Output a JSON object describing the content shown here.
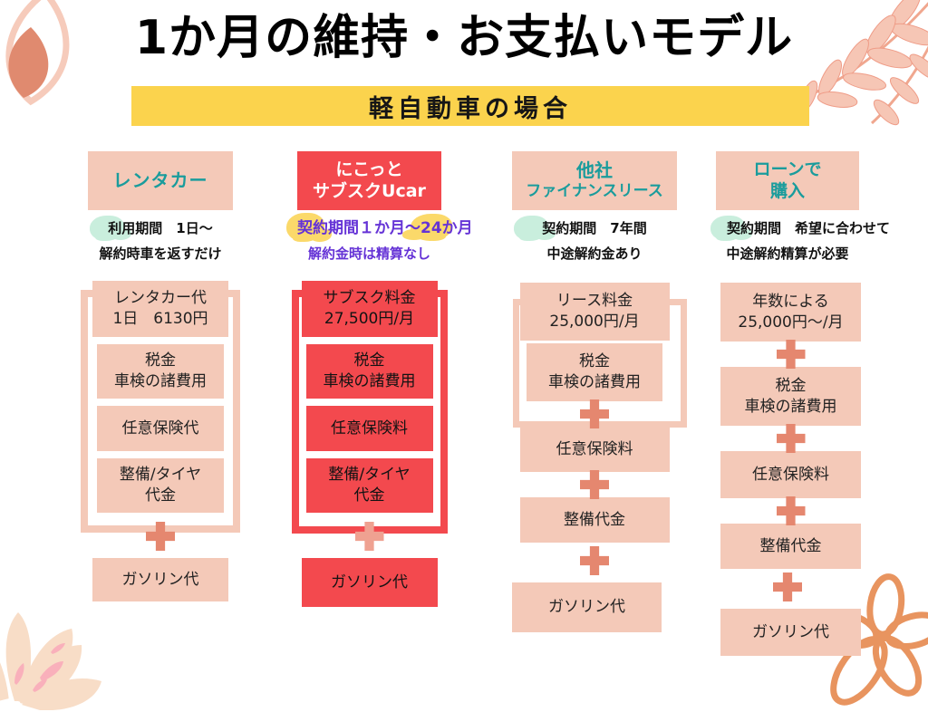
{
  "title": "1か月の維持・お支払いモデル",
  "banner": "軽自動車の場合",
  "colors": {
    "box_pink": "#f4c9b8",
    "box_red": "#f3494e",
    "teal_text": "#1a9c9c",
    "purple_text": "#6533d6",
    "banner_yellow": "#fbd34d",
    "plus_salmon": "#e5876f",
    "plus_salmon_light": "#efa191",
    "cloud_mint": "#c9eedd",
    "cloud_yellow": "#fbd96a"
  },
  "columns": [
    {
      "header": [
        "レンタカー"
      ],
      "period": "利用期間　1日～",
      "note": "解約時車を返すだけ",
      "boxes": [
        [
          "レンタカー代",
          "1日　6130円"
        ],
        [
          "税金",
          "車検の諸費用"
        ],
        [
          "任意保険代"
        ],
        [
          "整備/タイヤ",
          "代金"
        ]
      ],
      "fuel": "ガソリン代"
    },
    {
      "header": [
        "にこっと",
        "サブスクUcar"
      ],
      "period": "契約期間１か月～24か月",
      "note": "解約金時は精算なし",
      "boxes": [
        [
          "サブスク料金",
          "27,500円/月"
        ],
        [
          "税金",
          "車検の諸費用"
        ],
        [
          "任意保険料"
        ],
        [
          "整備/タイヤ",
          "代金"
        ]
      ],
      "fuel": "ガソリン代"
    },
    {
      "header": [
        "他社",
        "ファイナンスリース"
      ],
      "period": "契約期間　7年間",
      "note": "中途解約金あり",
      "boxes": [
        [
          "リース料金",
          "25,000円/月"
        ],
        [
          "税金",
          "車検の諸費用"
        ],
        [
          "任意保険料"
        ],
        [
          "整備代金"
        ]
      ],
      "fuel": "ガソリン代"
    },
    {
      "header": [
        "ローンで",
        "購入"
      ],
      "period": "契約期間　希望に合わせて",
      "note": "中途解約精算が必要",
      "boxes": [
        [
          "年数による",
          "25,000円～/月"
        ],
        [
          "税金",
          "車検の諸費用"
        ],
        [
          "任意保険料"
        ],
        [
          "整備代金"
        ]
      ],
      "fuel": "ガソリン代"
    }
  ]
}
